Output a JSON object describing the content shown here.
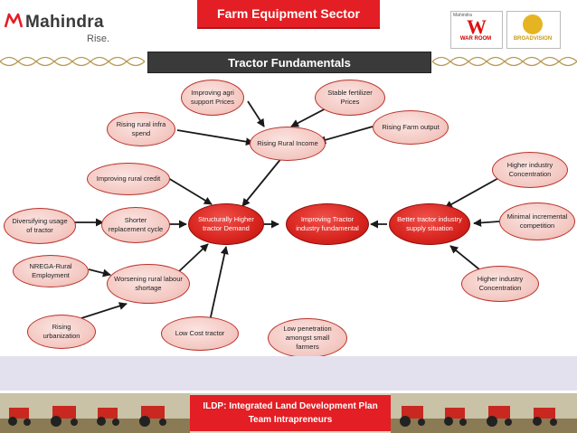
{
  "header": {
    "brand": "Mahindra",
    "tagline": "Rise.",
    "sector_title": "Farm Equipment Sector",
    "slide_title": "Tractor Fundamentals",
    "partner1_top": "Mahindra",
    "partner1_name": "WAR ROOM",
    "partner1_letter": "W",
    "partner2_name": "BROADVISION"
  },
  "nodes": {
    "agri_support": "Improving agri support Prices",
    "stable_fert": "Stable fertilizer Prices",
    "rural_infra": "Rising rural infra spend",
    "rising_farm": "Rising Farm output",
    "rural_income": "Rising Rural Income",
    "rural_credit": "Improving rural credit",
    "higher_conc1": "Higher industry Concentration",
    "diversifying": "Diversifying usage of tractor",
    "shorter": "Shorter replacement cycle",
    "structural": "Structurally Higher tractor Demand",
    "improving_fund": "Improving Tractor industry fundamental",
    "better_supply": "Better tractor industry supply situation",
    "minimal_comp": "Minimal incremental competition",
    "nrega": "NREGA-Rural Employment",
    "worsening": "Worsening rural labour shortage",
    "higher_conc2": "Higher industry Concentration",
    "urbanization": "Rising urbanization",
    "low_cost": "Low Cost tractor",
    "low_pen": "Low penetration amongst small farmers"
  },
  "footer": {
    "line1": "ILDP: Integrated Land Development Plan",
    "line2": "Team Intrapreneurs"
  },
  "colors": {
    "accent_red": "#e31e24",
    "node_pink": "#f4c8c2",
    "node_red": "#d8241e",
    "dark_band": "#3a3a3a",
    "lavender_bar": "#e4e1ee"
  }
}
